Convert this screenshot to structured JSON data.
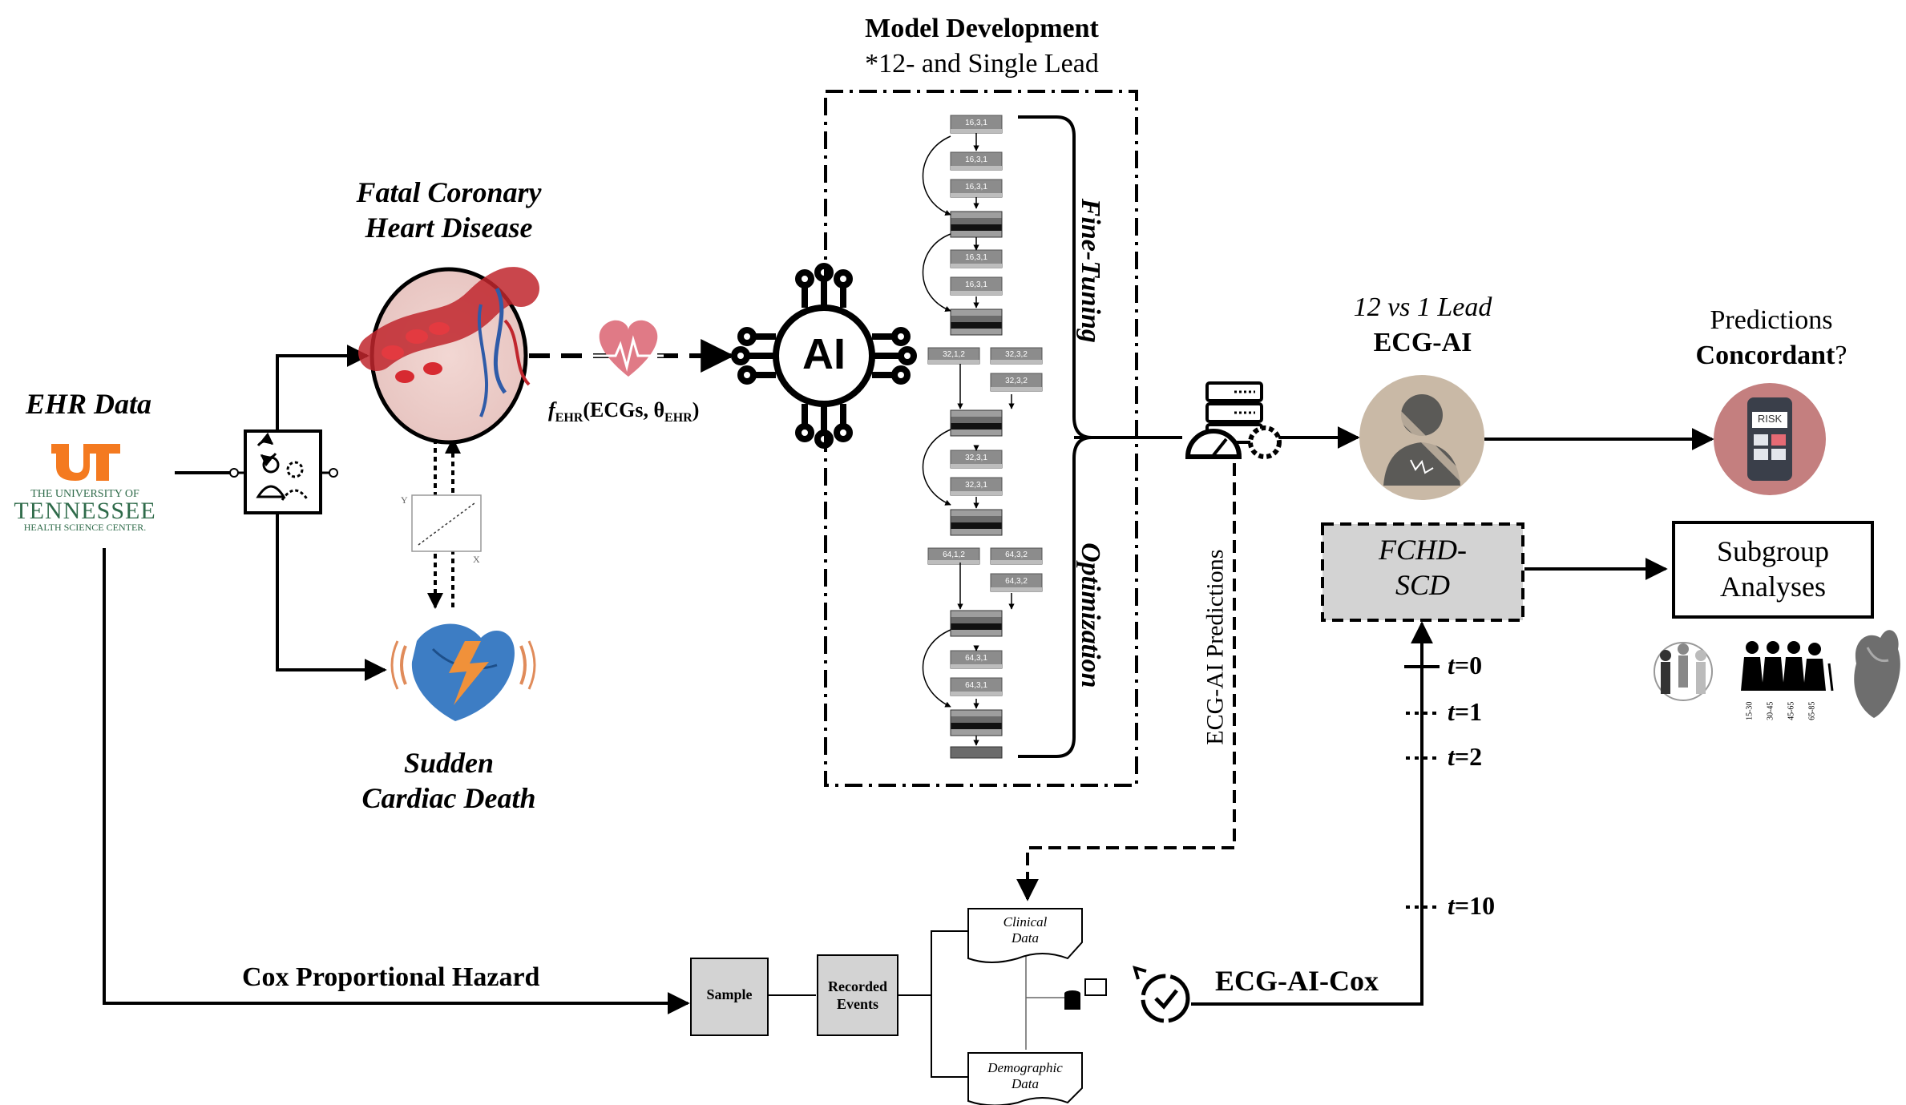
{
  "header": {
    "title": "Model Development",
    "subtitle": "*12- and Single Lead"
  },
  "ehr": {
    "title": "EHR Data",
    "logo_mark": "UT",
    "logo_line1": "THE UNIVERSITY OF",
    "logo_line2": "TENNESSEE",
    "logo_line3": "HEALTH SCIENCE CENTER."
  },
  "outcomes": {
    "fchd_line1": "Fatal Coronary",
    "fchd_line2": "Heart Disease",
    "scd_line1": "Sudden",
    "scd_line2": "Cardiac Death"
  },
  "formula": {
    "f": "f",
    "f_sub": "EHR",
    "args": "(ECGs, θ",
    "theta_sub": "EHR",
    "close": ")"
  },
  "ai": {
    "label": "AI"
  },
  "network": {
    "blocks": [
      "16,3,1",
      "16,3,1",
      "16,3,1",
      "16,3,1",
      "16,3,1",
      "32,1,2",
      "32,3,2",
      "32,3,2",
      "32,3,1",
      "32,3,1",
      "64,1,2",
      "64,3,2",
      "64,3,2",
      "64,3,1",
      "64,3,1"
    ],
    "fine_tuning": "Fine-Tuning",
    "optimization": "Optimization"
  },
  "ecg_ai": {
    "line1": "12 vs 1 Lead",
    "line2": "ECG-AI",
    "predictions_vertical": "ECG-AI Predictions"
  },
  "predictions": {
    "line1": "Predictions",
    "line2_bold": "Concordant",
    "line2_rest": "?",
    "phone_label": "RISK"
  },
  "fchd_scd": {
    "line1": "FCHD-",
    "line2": "SCD"
  },
  "subgroup": {
    "line1": "Subgroup",
    "line2": "Analyses",
    "age_groups": [
      "15-30",
      "30-45",
      "45-65",
      "65-85"
    ]
  },
  "timepoints": [
    {
      "t": "t",
      "v": "=0"
    },
    {
      "t": "t",
      "v": "=1"
    },
    {
      "t": "t",
      "v": "=2"
    },
    {
      "t": "t",
      "v": "=10"
    }
  ],
  "cox": {
    "title": "Cox Proportional Hazard",
    "sample": "Sample",
    "recorded_line1": "Recorded",
    "recorded_line2": "Events",
    "clinical_line1": "Clinical",
    "clinical_line2": "Data",
    "demographic_line1": "Demographic",
    "demographic_line2": "Data",
    "model": "ECG-AI-Cox"
  },
  "plot_axes": {
    "y": "Y",
    "x": "X"
  },
  "colors": {
    "ut_orange": "#f47a20",
    "ut_green": "#2f6b4a",
    "gray_box": "#d3d3d3",
    "heart_pink": "#e07a86",
    "risk_circle": "#c47f7f",
    "ecg_ai_circle": "#c9b9a6"
  }
}
